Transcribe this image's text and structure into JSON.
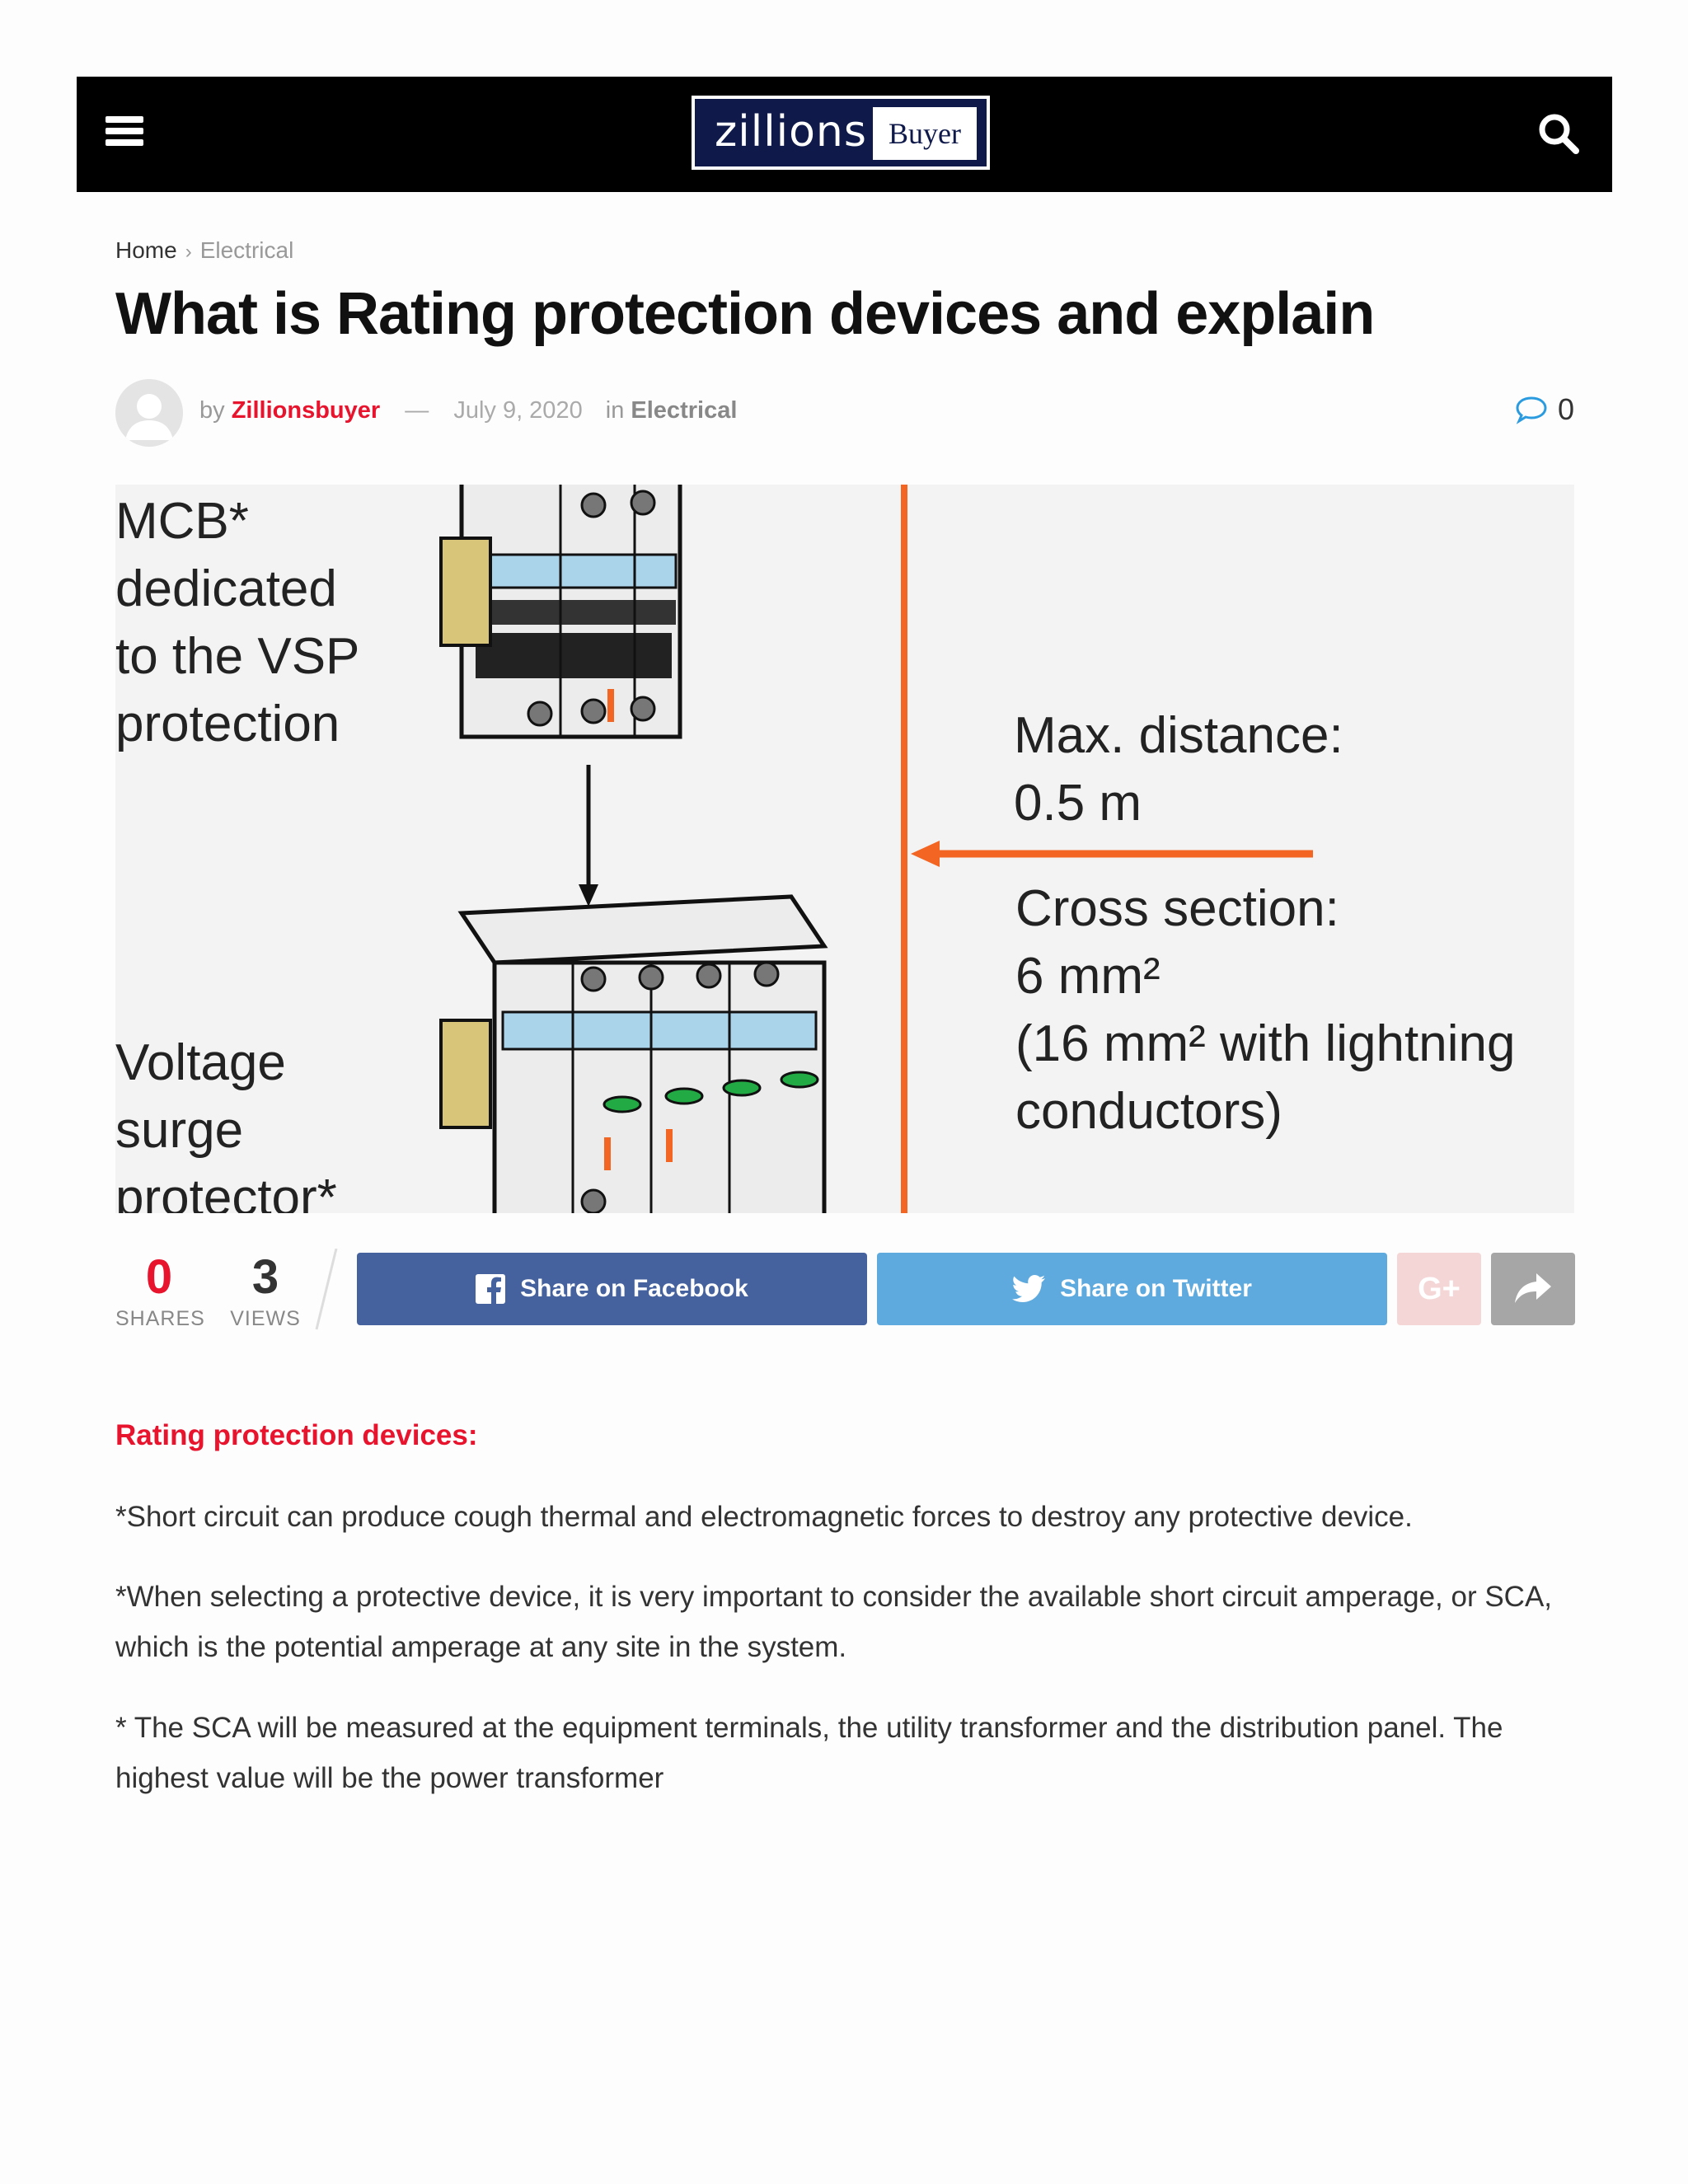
{
  "header": {
    "logo_main": "zillions",
    "logo_sub": "Buyer"
  },
  "breadcrumb": {
    "home": "Home",
    "separator": "›",
    "category": "Electrical"
  },
  "article": {
    "title": "What is Rating protection devices and explain",
    "meta": {
      "by": "by",
      "author": "Zillionsbuyer",
      "dash": "—",
      "date": "July 9, 2020",
      "in": "in",
      "category": "Electrical",
      "comment_count": "0"
    },
    "image_labels": {
      "mcb": [
        "MCB*",
        "dedicated",
        "to the VSP",
        "protection"
      ],
      "vsp": [
        "Voltage",
        "surge",
        "protector*"
      ],
      "distance": [
        "Max. distance:",
        "0.5 m"
      ],
      "cross_1": "Cross section:",
      "cross_2": "6 mm²",
      "cross_3": "(16 mm² with lightning",
      "cross_4": "conductors)"
    },
    "stats": {
      "shares": "0",
      "shares_label": "SHARES",
      "views": "3",
      "views_label": "VIEWS"
    },
    "share": {
      "facebook": "Share on Facebook",
      "twitter": "Share on Twitter",
      "google": "G+"
    },
    "subheading": "Rating protection devices:",
    "paragraphs": [
      "*Short circuit can produce cough thermal and electromagnetic forces to destroy any protective device.",
      "*When selecting a protective device, it is very important to consider the available short circuit amperage, or SCA, which is the potential amperage at any site in the system.",
      "* The SCA will be measured at the equipment terminals, the utility transformer and the distribution panel. The highest value will be the power transformer"
    ]
  },
  "colors": {
    "accent": "#e8132d",
    "facebook": "#45629f",
    "twitter": "#5eaade",
    "orange_line": "#f26522"
  }
}
